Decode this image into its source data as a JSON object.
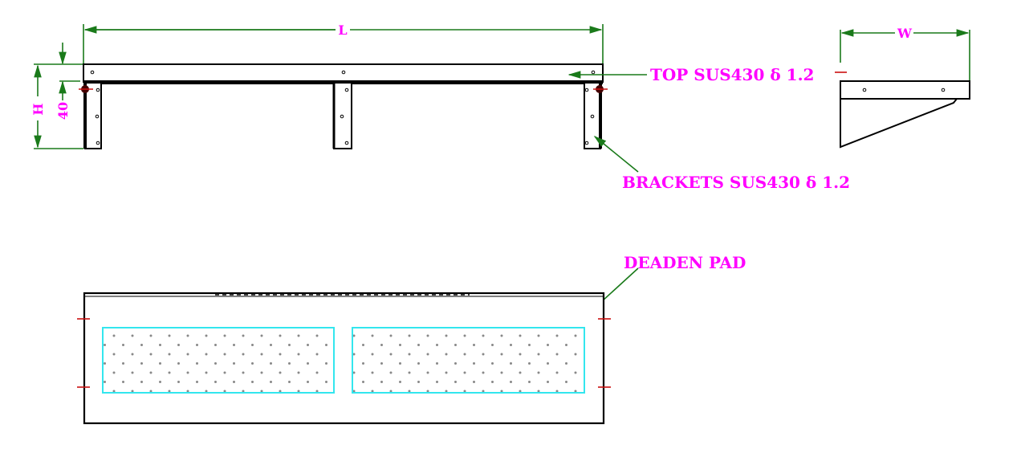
{
  "dimensions": {
    "length": "L",
    "width": "W",
    "height": "H",
    "top_depth": "40"
  },
  "callouts": {
    "top": "TOP SUS430 δ 1.2",
    "brackets": "BRACKETS SUS430 δ 1.2",
    "deaden_pad": "DEADEN PAD"
  },
  "colors": {
    "dimension": "#1a7a1a",
    "label": "#ff00ff",
    "pad_outline": "#33e6ee",
    "center_mark": "#cc1111"
  }
}
